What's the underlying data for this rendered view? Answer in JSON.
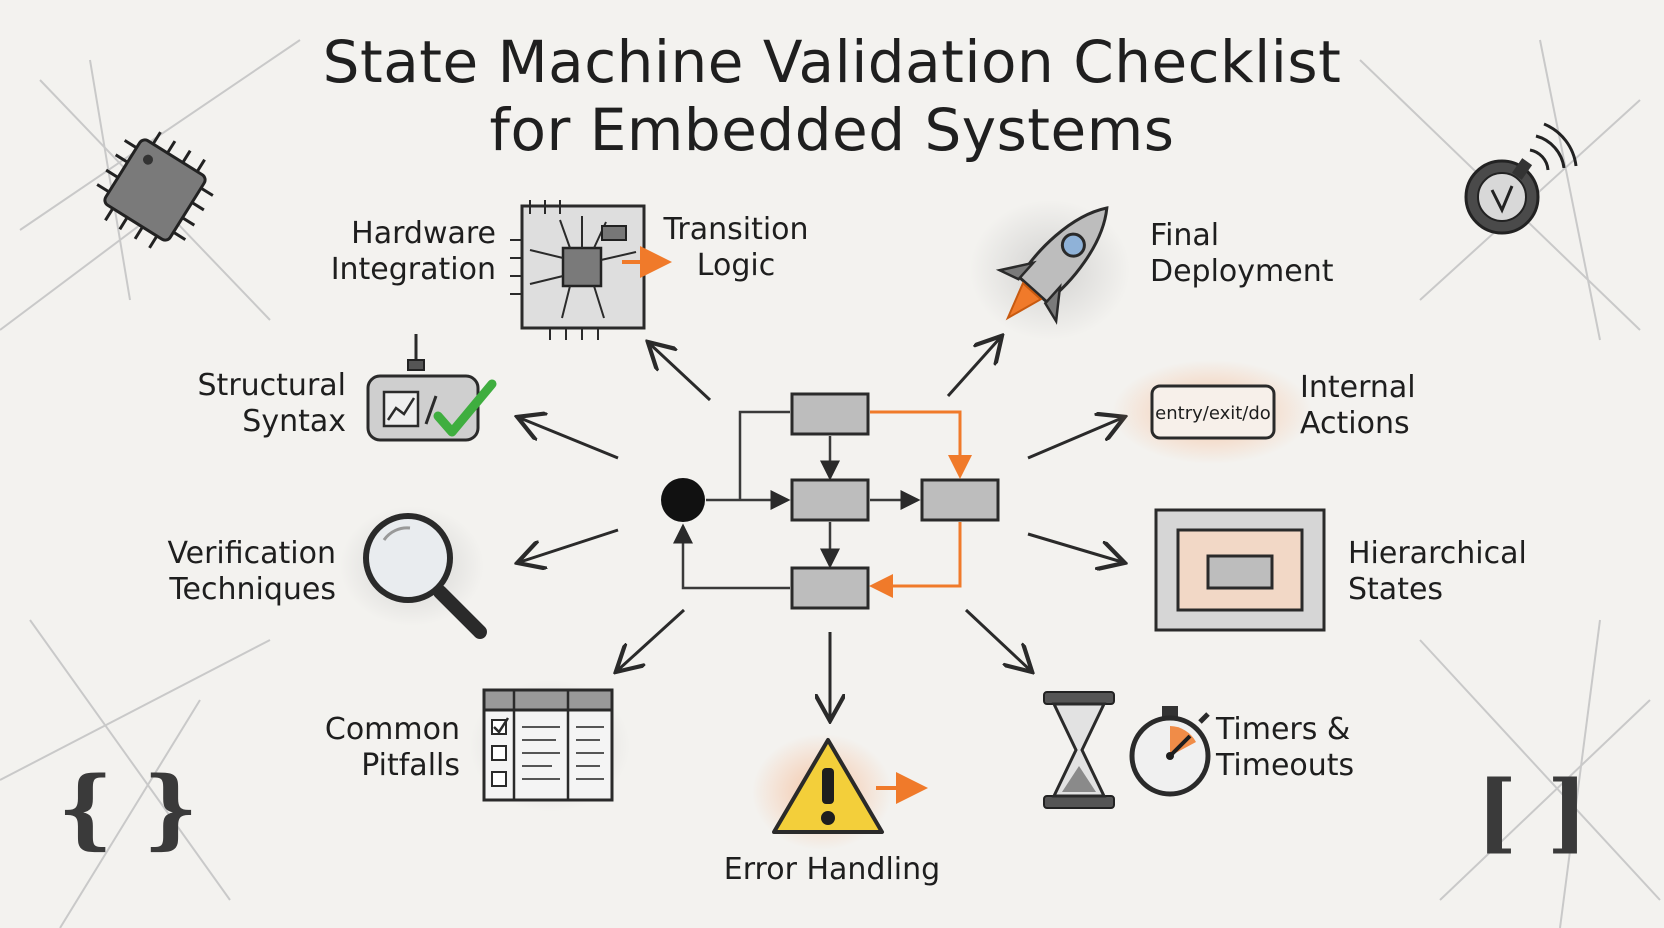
{
  "title": {
    "line1": "State Machine Validation Checklist",
    "line2": "for Embedded Systems"
  },
  "labels": {
    "hardware_integration": [
      "Hardware",
      "Integration"
    ],
    "transition_logic": [
      "Transition",
      "Logic"
    ],
    "final_deployment": [
      "Final",
      "Deployment"
    ],
    "structural_syntax": [
      "Structural",
      "Syntax"
    ],
    "internal_actions": [
      "Internal",
      "Actions"
    ],
    "verification_techniques": [
      "Verification",
      "Techniques"
    ],
    "hierarchical_states": [
      "Hierarchical",
      "States"
    ],
    "common_pitfalls": [
      "Common",
      "Pitfalls"
    ],
    "timers_timeouts": [
      "Timers &",
      "Timeouts"
    ],
    "error_handling": "Error Handling"
  },
  "internal_actions_box": "entry/exit/do",
  "corner_symbols": {
    "braces": "{ }",
    "brackets": "[ ]"
  },
  "colors": {
    "ink": "#2a2a2a",
    "accent": "#f07a2a",
    "warning": "#f3cf3a",
    "check": "#3fae3f",
    "background": "#f3f2ef"
  }
}
